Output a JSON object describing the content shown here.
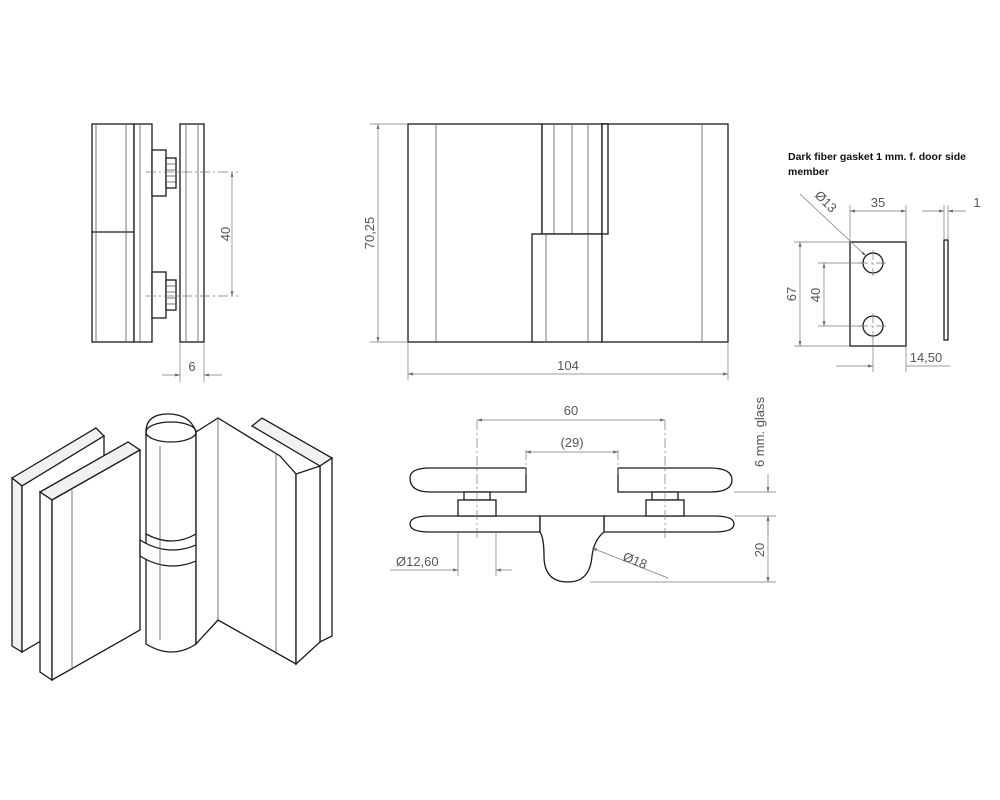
{
  "note": {
    "line1": "Dark fiber gasket 1 mm. f. door side",
    "line2": "member"
  },
  "side_view": {
    "dim_hole_spacing": "40",
    "dim_gap": "6"
  },
  "front_view": {
    "dim_height": "70,25",
    "dim_width": "104"
  },
  "gasket": {
    "dim_hole_diameter": "Ø13",
    "dim_width": "35",
    "dim_thickness": "1",
    "dim_height": "67",
    "dim_hole_spacing": "40",
    "dim_offset": "14,50"
  },
  "top_view": {
    "dim_outer": "60",
    "dim_inner": "(29)",
    "dim_glass": "6 mm. glass",
    "dim_depth": "20",
    "dim_pin_diameter": "Ø12,60",
    "dim_knuckle_diameter": "Ø18"
  }
}
